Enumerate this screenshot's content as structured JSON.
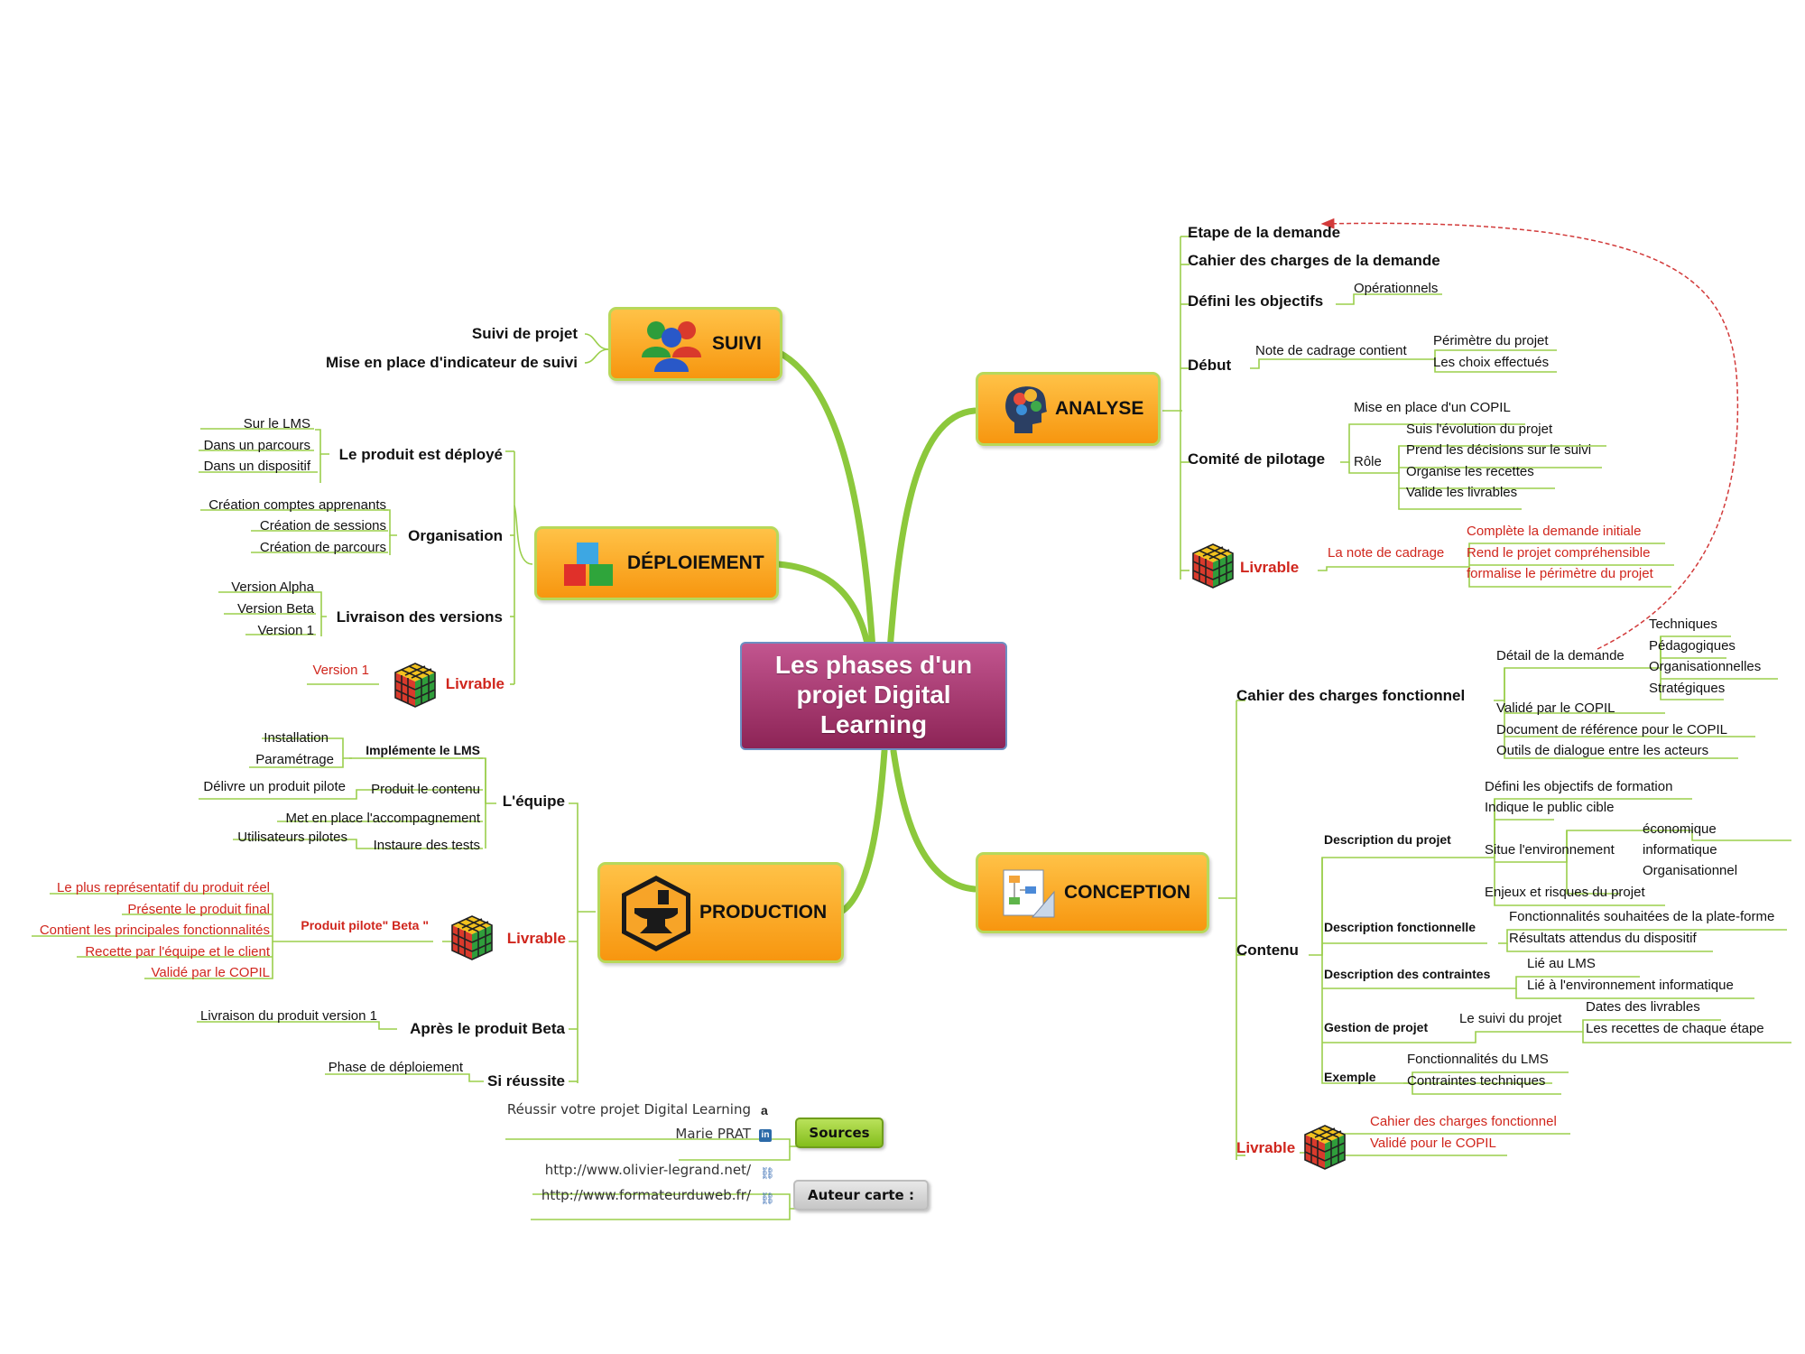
{
  "center": {
    "title": "Les phases d'un projet Digital Learning"
  },
  "suivi": {
    "label": "SUIVI",
    "items": [
      "Suivi de projet",
      "Mise en place d'indicateur de suivi"
    ]
  },
  "deploiement": {
    "label": "DÉPLOIEMENT",
    "produit_deploye": {
      "label": "Le produit est déployé",
      "items": [
        "Sur le LMS",
        "Dans un parcours",
        "Dans un dispositif"
      ]
    },
    "organisation": {
      "label": "Organisation",
      "items": [
        "Création comptes apprenants",
        "Création de sessions",
        "Création de parcours"
      ]
    },
    "livraison": {
      "label": "Livraison des versions",
      "items": [
        "Version Alpha",
        "Version Beta",
        "Version 1"
      ]
    },
    "livrable": {
      "label": "Livrable",
      "items": [
        "Version 1"
      ]
    }
  },
  "production": {
    "label": "PRODUCTION",
    "equipe": {
      "label": "L'équipe",
      "implemente": {
        "label": "Implémente le LMS",
        "items": [
          "Installation",
          "Paramétrage"
        ]
      },
      "contenu": {
        "label": "Produit le contenu",
        "items": [
          "Délivre un produit pilote"
        ]
      },
      "accompagnement": "Met en place l'accompagnement",
      "tests": {
        "label": "Instaure des tests",
        "items": [
          "Utilisateurs pilotes"
        ]
      }
    },
    "livrable": {
      "label": "Livrable",
      "pilote": "Produit pilote\" Beta \"",
      "items": [
        "Le plus représentatif du produit réel",
        "Présente le produit final",
        "Contient les principales fonctionnalités",
        "Recette par l'équipe et le client",
        "Validé par le COPIL"
      ]
    },
    "apres_beta": {
      "label": "Après le produit Beta",
      "items": [
        "Livraison du produit version 1"
      ]
    },
    "reussite": {
      "label": "Si réussite",
      "items": [
        "Phase de déploiement"
      ]
    }
  },
  "analyse": {
    "label": "ANALYSE",
    "etape": "Etape de la demande",
    "cahier": "Cahier des charges de la demande",
    "objectifs": {
      "label": "Défini les objectifs",
      "items": [
        "Opérationnels"
      ]
    },
    "debut": {
      "label": "Début",
      "note": "Note de cadrage contient",
      "items": [
        "Périmètre du projet",
        "Les choix effectués"
      ]
    },
    "comite": {
      "label": "Comité de pilotage",
      "copil": "Mise en place d'un COPIL",
      "role": "Rôle",
      "role_items": [
        "Suis l'évolution du projet",
        "Prend les décisions sur le suivi",
        "Organise les recettes",
        "Valide les livrables"
      ]
    },
    "livrable": {
      "label": "Livrable",
      "note": "La note de cadrage",
      "items": [
        "Complète la demande initiale",
        "Rend le projet compréhensible",
        "formalise le périmètre du projet"
      ]
    }
  },
  "conception": {
    "label": "CONCEPTION",
    "cdc": {
      "label": "Cahier des charges fonctionnel",
      "detail": "Détail de la demande",
      "detail_items": [
        "Techniques",
        "Pédagogiques",
        "Organisationnelles",
        "Stratégiques"
      ],
      "items": [
        "Validé par le COPIL",
        "Document de référence pour le COPIL",
        "Outils de dialogue entre les acteurs"
      ]
    },
    "contenu": {
      "label": "Contenu",
      "desc_projet": {
        "label": "Description du projet",
        "items": [
          "Défini les objectifs de formation",
          "Indique le public cible",
          "Situe l'environnement",
          "Enjeux et risques du projet"
        ],
        "env": [
          "économique",
          "informatique",
          "Organisationnel"
        ]
      },
      "desc_fonct": {
        "label": "Description fonctionnelle",
        "items": [
          "Fonctionnalités souhaitées de la plate-forme",
          "Résultats attendus du dispositif"
        ]
      },
      "desc_contr": {
        "label": "Description des contraintes",
        "items": [
          "Lié au LMS",
          "Lié à l'environnement informatique"
        ]
      },
      "gestion": {
        "label": "Gestion de projet",
        "suivi": "Le suivi du projet",
        "items": [
          "Dates des livrables",
          "Les recettes de chaque étape"
        ]
      },
      "exemple": {
        "label": "Exemple",
        "items": [
          "Fonctionnalités du LMS",
          "Contraintes techniques"
        ]
      }
    },
    "livrable": {
      "label": "Livrable",
      "items": [
        "Cahier des charges fonctionnel",
        "Validé pour le COPIL"
      ]
    }
  },
  "sources": {
    "label": "Sources",
    "items": [
      "Réussir votre projet Digital Learning",
      "Marie PRAT"
    ]
  },
  "auteur": {
    "label": "Auteur carte :",
    "items": [
      "http://www.olivier-legrand.net/",
      "http://www.formateurduweb.fr/"
    ]
  },
  "colors": {
    "branch": "#8cc83c",
    "center": "#a23a72",
    "topic": "#f9a11b",
    "red_text": "#d0261d",
    "link_dashed": "#d23a3a"
  },
  "icons": {
    "suivi": "users-icon",
    "deploiement": "cubes-icon",
    "production": "anvil-icon",
    "analyse": "brain-head-icon",
    "conception": "diagram-icon",
    "livrable": "rubiks-cube-icon"
  }
}
